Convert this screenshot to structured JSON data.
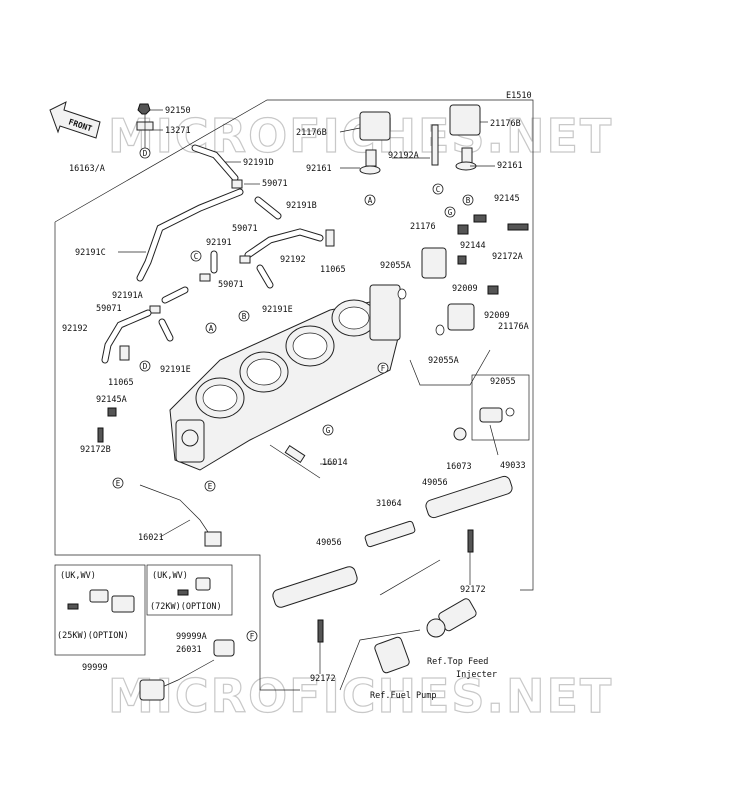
{
  "diagram_code": "E1510",
  "front_label": "FRONT",
  "watermark_top": "MICROFICHES.NET",
  "watermark_bottom": "MICROFICHES.NET",
  "circle_letters": [
    "A",
    "B",
    "C",
    "D",
    "E",
    "F",
    "G"
  ],
  "labels": {
    "p92150": "92150",
    "p13271": "13271",
    "p16163": "16163/A",
    "p92191D": "92191D",
    "p59071a": "59071",
    "p92191B": "92191B",
    "p92191C": "92191C",
    "p59071b": "59071",
    "p92191": "92191",
    "p92192a": "92192",
    "p11065a": "11065",
    "p59071c": "59071",
    "p92191A": "92191A",
    "p59071d": "59071",
    "p92192b": "92192",
    "p92191E": "92191E",
    "p92191Ea": "92191E",
    "p11065b": "11065",
    "p92145A": "92145A",
    "p92172B": "92172B",
    "p16014": "16014",
    "p16021": "16021",
    "p21176Ba": "21176B",
    "p92192A": "92192A",
    "p92161a": "92161",
    "p21176Bb": "21176B",
    "p92161b": "92161",
    "p92145": "92145",
    "p21176": "21176",
    "p92144": "92144",
    "p92172A": "92172A",
    "p92055Aa": "92055A",
    "p92009a": "92009",
    "p92009b": "92009",
    "p21176A": "21176A",
    "p92055Ab": "92055A",
    "p92055": "92055",
    "p16073": "16073",
    "p49033": "49033",
    "p49056a": "49056",
    "p31064": "31064",
    "p49056b": "49056",
    "p92172a": "92172",
    "p92172b": "92172",
    "uk1": "(UK,WV)",
    "uk2": "(UK,WV)",
    "opt25": "(25KW)(OPTION)",
    "opt72": "(72KW)(OPTION)",
    "p99999": "99999",
    "p99999A": "99999A",
    "p26031": "26031",
    "refTop1": "Ref.Top Feed",
    "refTop2": "Injecter",
    "refPump": "Ref.Fuel Pump"
  }
}
